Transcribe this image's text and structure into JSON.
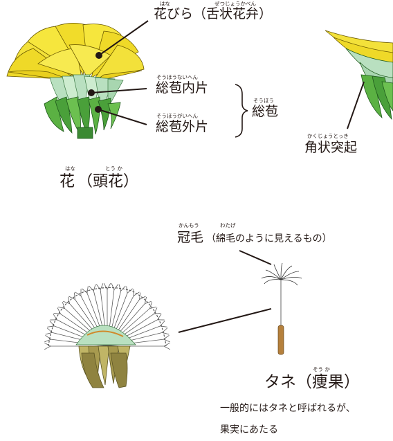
{
  "flower": {
    "petal_label": "花びら（舌状花弁）",
    "petal_ruby": [
      "はな",
      "ぜつじょうかべん"
    ],
    "inner_bract_label": "総苞内片",
    "inner_bract_ruby": "そうほうないへん",
    "outer_bract_label": "総苞外片",
    "outer_bract_ruby": "そうほうがいへん",
    "involucre_label": "総苞",
    "involucre_ruby": "そうほう",
    "title_kanji": "花",
    "title_paren": "（頭花）",
    "title_ruby": [
      "はな",
      "とう か"
    ]
  },
  "bud": {
    "horn_label": "角状突起",
    "horn_ruby": "かくじょうとっき"
  },
  "seed": {
    "pappus_label": "冠毛",
    "pappus_ruby": "かんもう",
    "pappus_note": "（綿毛のように見えるもの）",
    "pappus_note_ruby": "わたげ",
    "title_kana": "タネ",
    "title_paren": "（痩果）",
    "title_ruby": "そう か",
    "description_line1": "一般的にはタネと呼ばれるが、",
    "description_line2": "果実にあたる"
  },
  "colors": {
    "petal_yellow": "#f5e330",
    "petal_dark": "#d9b400",
    "bract_light": "#a8d6b0",
    "bract_green": "#5bb143",
    "bract_dark": "#2f7d2a",
    "achene_olive": "#a79a4f",
    "seed_brown": "#b5803c"
  }
}
